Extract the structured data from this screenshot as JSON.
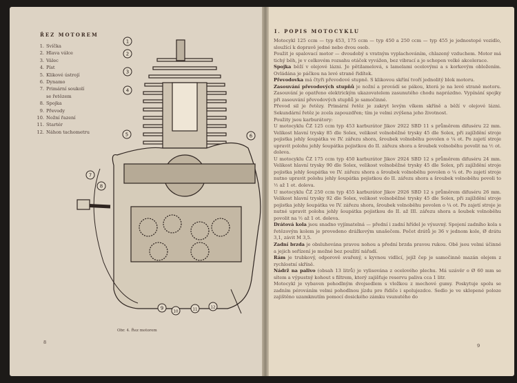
{
  "left_page": {
    "legend_title": "ŘEZ MOTOREM",
    "legend": [
      {
        "n": "1.",
        "label": "Svíčka"
      },
      {
        "n": "2.",
        "label": "Hlava válce"
      },
      {
        "n": "3.",
        "label": "Válec"
      },
      {
        "n": "4.",
        "label": "Píst"
      },
      {
        "n": "5.",
        "label": "Klikové ústrojí"
      },
      {
        "n": "6.",
        "label": "Dynamo"
      },
      {
        "n": "7.",
        "label": "Primární soukolí"
      },
      {
        "n": "",
        "label": "se řetězem"
      },
      {
        "n": "8.",
        "label": "Spojka"
      },
      {
        "n": "9.",
        "label": "Převody"
      },
      {
        "n": "10.",
        "label": "Nožní řazení"
      },
      {
        "n": "11.",
        "label": "Startér"
      },
      {
        "n": "12.",
        "label": "Náhon tachometru"
      }
    ],
    "callouts": [
      "1",
      "2",
      "3",
      "4",
      "5",
      "6",
      "7",
      "8",
      "9",
      "10",
      "11",
      "12"
    ],
    "caption": "Obr. 4. Řez motorem",
    "page_number": "8"
  },
  "right_page": {
    "section_title": "I. POPIS MOTOCYKLU",
    "paragraphs": [
      {
        "lead": "",
        "text": "Motocykl 125 ccm — typ 453, 175 ccm — typ 450 a 250 ccm — typ 455 je jednostopé vozidlo, sloužící k dopravě jedné nebo dvou osob."
      },
      {
        "lead": "",
        "text": "Použit je spalovací motor — dvoudobý s vratným vyplachováním, chlazený vzduchem. Motor má tichý běh, je v celkovém rozsahu otáček vyvážen, bez vibrací a je schopen velké akcelerace."
      },
      {
        "lead": "Spojka",
        "text": " běží v olejové lázni. Je pětilamelová, s lamelami ocelovými a s korkovým obložením. Ovládána je páčkou na levé straně řidítek."
      },
      {
        "lead": "Převodovka",
        "text": " má čtyři převodové stupně. S klikovou skříní tvoří jednolitý blok motoru."
      },
      {
        "lead": "Zasouvání převodových stupňů",
        "text": " je nožní a provádí se pákou, která je na levé straně motoru. Zasouvání je opatřeno elektrickým ukazovatelem zasunutého chodu naprázdno. Vypínání spojky při zasouvání převodových stupňů je samočinné."
      },
      {
        "lead": "",
        "text": "Převod sil je řetězy. Primární řetěz je zakryt levým víkem skříně a běží v olejové lázni. Sekundární řetěz je zcela zapouzdřen; tím je velmi zvýšena jeho životnost."
      },
      {
        "lead": "",
        "text": "Použity jsou karburátory:"
      },
      {
        "lead": "",
        "text": "U motocyklu ČZ 125 ccm typ 453 karburátor Jikov 2922 SBD 11 s průměrem difuséru 22 mm. Velikost hlavní trysky 85 dle Solex, velikost volnoběžné trysky 45 dle Solex, při zajíždění stroje pojistka jehly šoupátka ve IV. zářezu shora, šroubek volnoběhu povolen o ¼ ot. Po zajetí stroje upravit polohu jehly šoupátka pojistkou do II. zářezu shora a šroubek volnoběhu povolit na ½ ot. doleva."
      },
      {
        "lead": "",
        "text": "U motocyklu ČZ 175 ccm typ 450 karburátor Jikov 2924 SBD 12 s průměrem difuséru 24 mm. Velikost hlavní trysky 90 dle Solex, velikost volnoběžné trysky 45 dle Solex, při zajíždění stroje pojistka jehly šoupátka ve IV. zářezu shora a šroubek volnoběhu povolen o ¼ ot. Po zajetí stroje nutno upravit polohu jehly šoupátka pojistkou do II. zářezu shora a šroubek volnoběhu povoli to ½ až 1 ot. doleva."
      },
      {
        "lead": "",
        "text": "U motocyklu ČZ 250 ccm typ 455 karburátor Jikov 2926 SBD 12 s průměrem difuséru 26 mm. Velikost hlavní trysky 92 dle Solex, velikost volnoběžné trysky 45 dle Solex, při zajíždění stroje pojistka jehly šoupátka ve IV. zářezu shora, šroubek volnoběhu povolen o ¼ ot. Po zajetí stroje je nutné upravit polohu jehly šoupátka pojistkou do II. až III. zářezu shora a šoubek volnoběhu povolit na ½ až 1 ot. doleva."
      },
      {
        "lead": "Drátová kola",
        "text": " jsou snadno vyjímatelná — přední i zadní hřídel je výsuvný. Spojení zadního kola s řetězovým kolem je provedeno drážkovým unašečem. Počet drátů je 36 v jednom kole, Ø drátu 3,1, závit M 3,5."
      },
      {
        "lead": "Zadní brzda",
        "text": " je obsluhována pravou nohou a přední brzda pravou rukou. Obě jsou velmi účinné a jejich seřízení je možné bez použití nářadí."
      },
      {
        "lead": "Rám",
        "text": " je trubkový, odporově svařený, s kyvnou vidlicí, jejíž čep je samočinně mazán olejem z rychlostní skříně."
      },
      {
        "lead": "Nádrž na palivo",
        "text": " (obsah 13 litrů) je vylisována z ocelového plechu. Má uzávěr o Ø 60 mm se sítem a výpustný kohout s filtrem, který zajišťuje reservu paliva cca 1 litr."
      },
      {
        "lead": "",
        "text": "Motocykl je vybaven pohodlným dvojsedlem s vložkou z mechové gumy. Poskytuje spolu se zadním pérováním velmi pohodlnou jízdu pro řidiče i spolujezdce. Sedlo je ve sklopené poloze zajištěno uzamknutím pomocí dosického zámku vsunutého do"
      }
    ],
    "page_number": "9"
  }
}
